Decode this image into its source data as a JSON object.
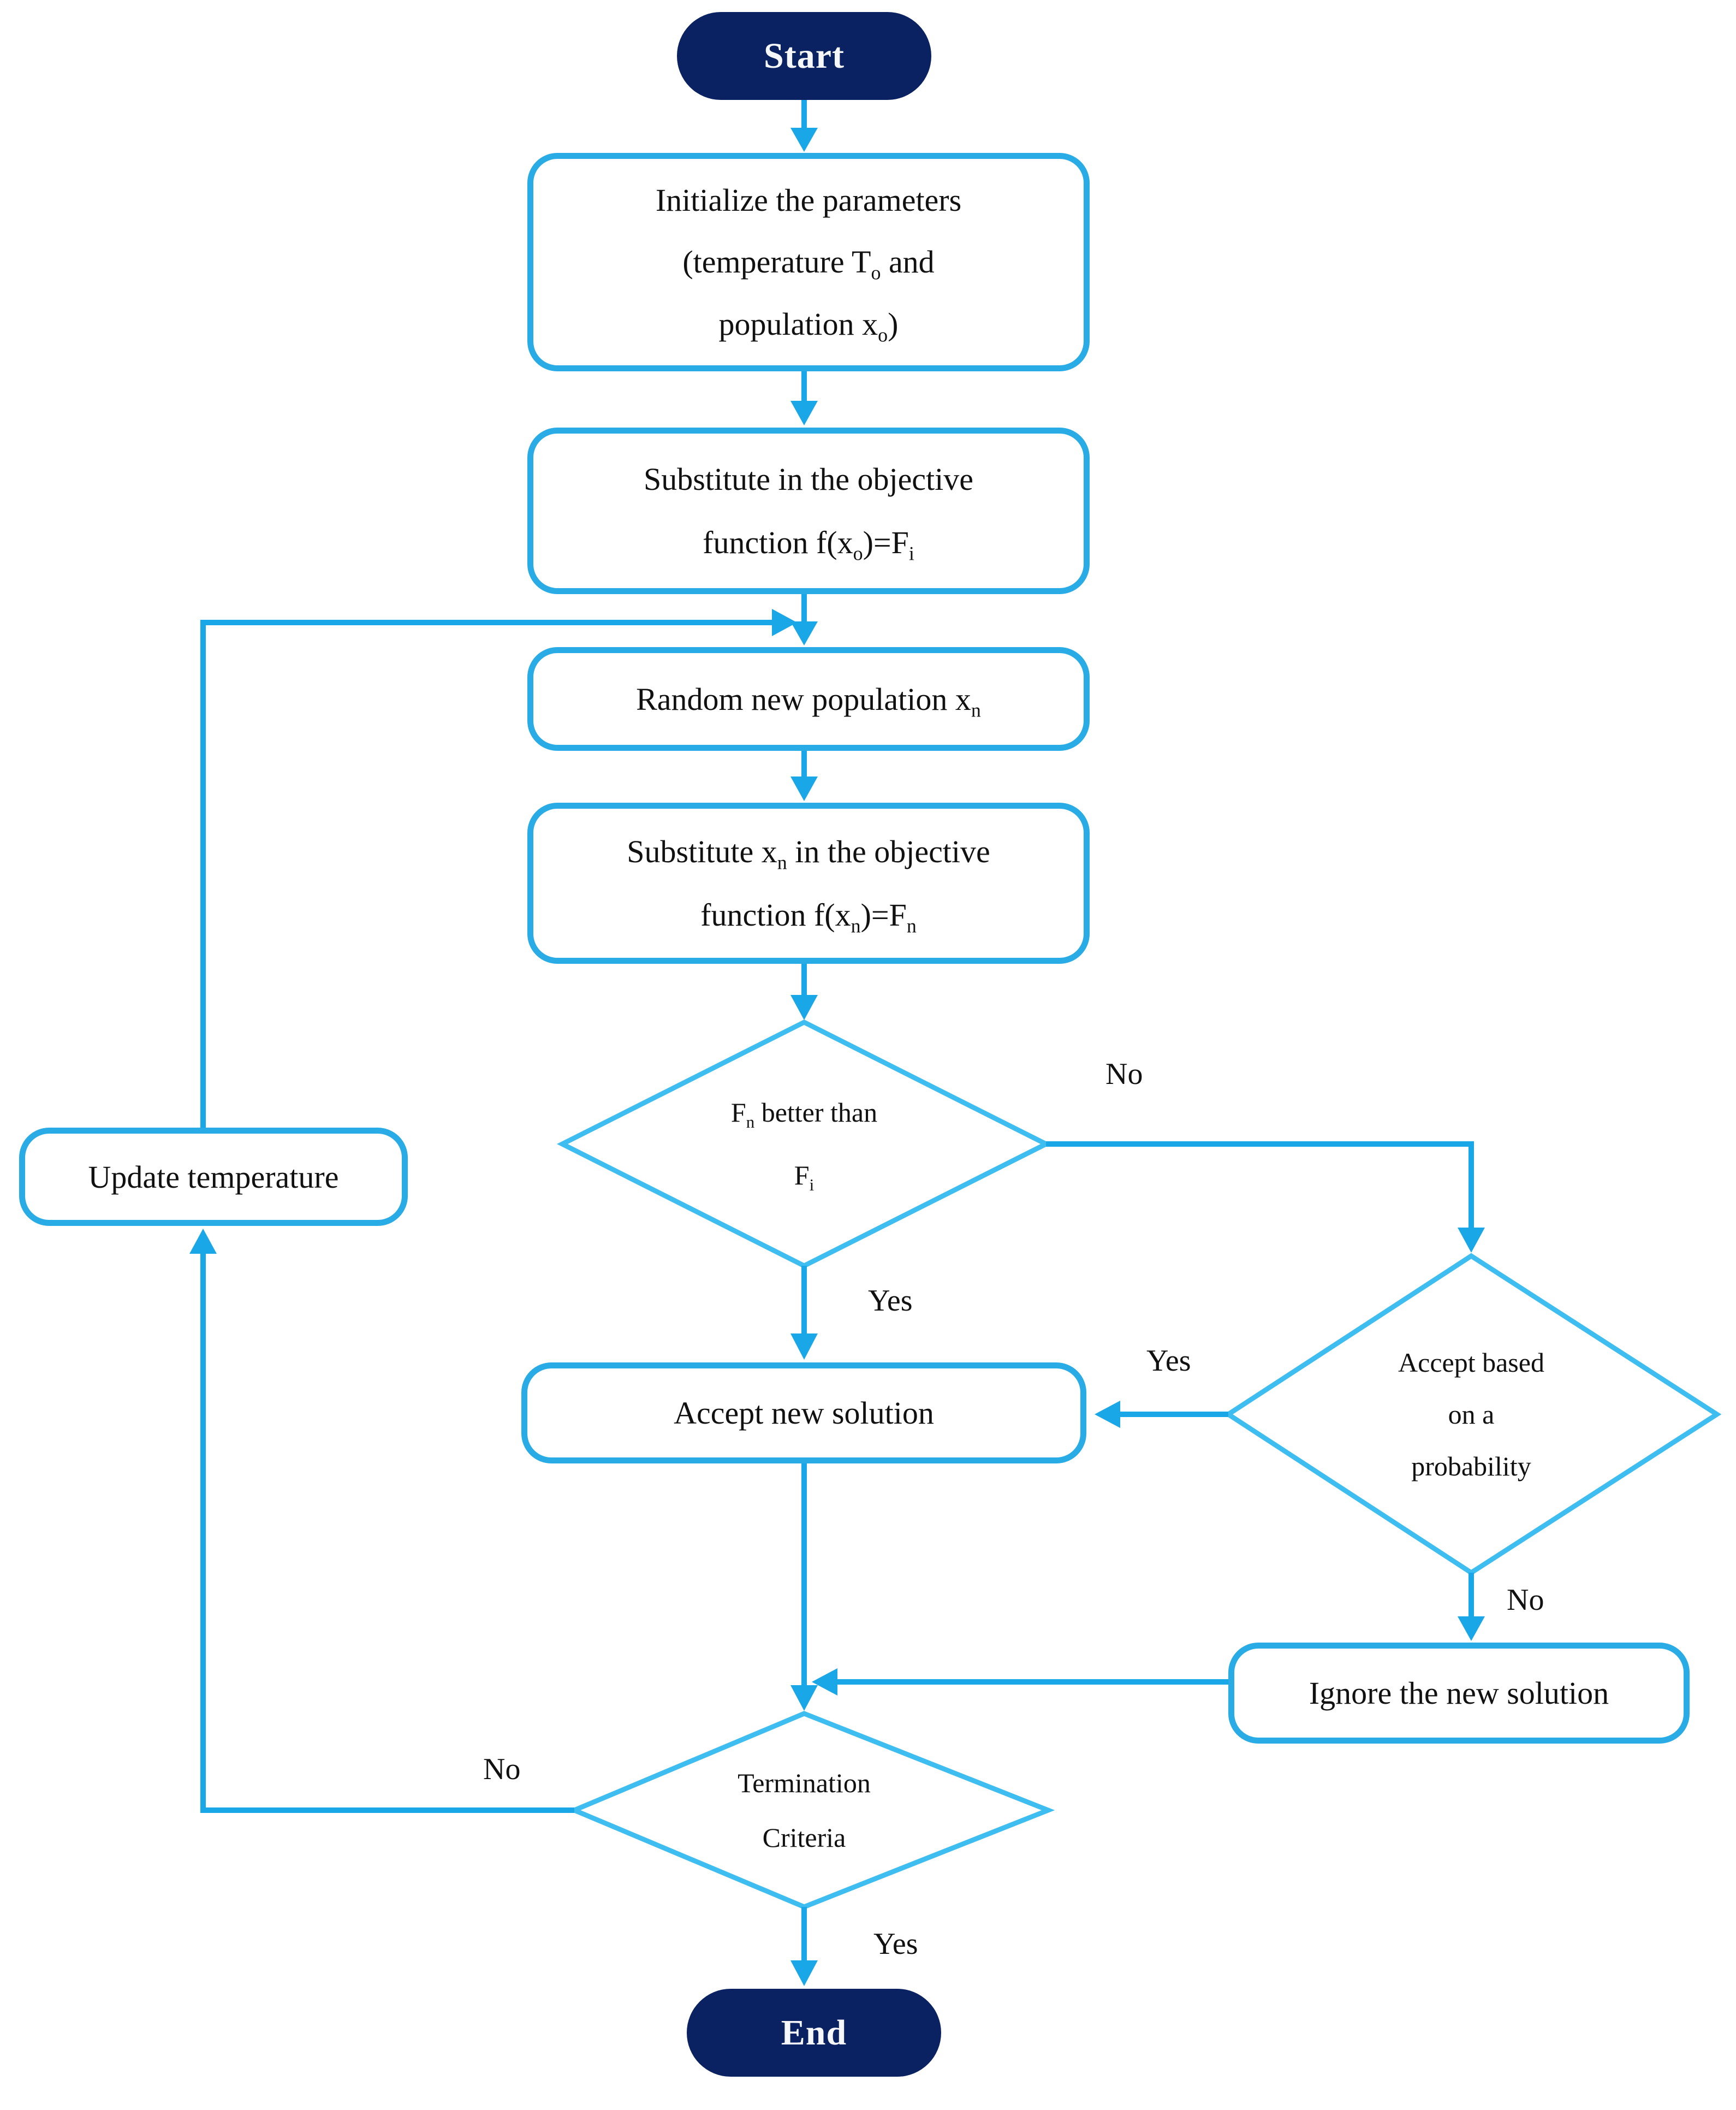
{
  "diagram": {
    "type": "flowchart",
    "description_visible": false
  },
  "colors": {
    "terminator_fill": "#0a2261",
    "terminator_text": "#f5f7fa",
    "connector_line": "#1aa7e8",
    "diamond_border": "#3dbdf0",
    "box_border": "#29abe6",
    "node_text": "#111111",
    "background": "#ffffff"
  },
  "nodes": {
    "start": {
      "label": "Start"
    },
    "initialize": {
      "lines": [
        "Initialize the parameters",
        "(temperature T_{o} and",
        "population x_{o})"
      ]
    },
    "substitute_initial": {
      "lines": [
        "Substitute in the objective",
        "function f(x_{o})=F_{i}"
      ]
    },
    "random_population": {
      "lines": [
        "Random new population x_{n}"
      ]
    },
    "substitute_new": {
      "lines": [
        "Substitute x_{n} in the objective",
        "function f(x_{n})=F_{n}"
      ]
    },
    "fn_better_decision": {
      "lines": [
        "F_{n} better than",
        "F_{i}"
      ]
    },
    "accept_solution": {
      "lines": [
        "Accept new solution"
      ]
    },
    "accept_probability_decision": {
      "lines": [
        "Accept based",
        "on a",
        "probability"
      ]
    },
    "ignore_solution": {
      "lines": [
        "Ignore the new solution"
      ]
    },
    "termination_decision": {
      "lines": [
        "Termination",
        "Criteria"
      ]
    },
    "update_temperature": {
      "lines": [
        "Update temperature"
      ]
    },
    "end": {
      "label": "End"
    }
  },
  "edge_labels": {
    "fn_better_yes": "Yes",
    "fn_better_no": "No",
    "probability_yes": "Yes",
    "probability_no": "No",
    "termination_yes": "Yes",
    "termination_no": "No"
  }
}
